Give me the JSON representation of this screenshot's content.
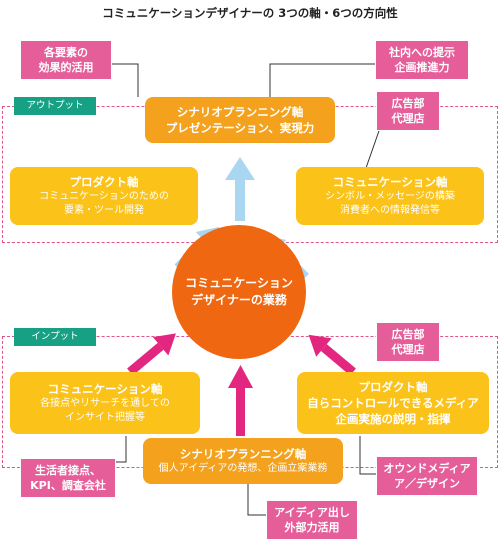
{
  "title": "コミュニケーションデザイナーの 3つの軸・6つの方向性",
  "zones": {
    "output": "アウトプット",
    "input": "インプット"
  },
  "center": {
    "line1": "コミュニケーション",
    "line2": "デザイナーの業務"
  },
  "boxes": {
    "top": {
      "title": "シナリオプランニング軸",
      "line1": "プレゼンテーション、実現力"
    },
    "top_left": {
      "title": "プロダクト軸",
      "line1": "コミュニケーションのための",
      "line2": "要素・ツール開発"
    },
    "top_right": {
      "title": "コミュニケーション軸",
      "line1": "シンボル・メッセージの構築",
      "line2": "消費者への情報発信等"
    },
    "bottom_left": {
      "title": "コミュニケーション軸",
      "line1": "各接点やリサーチを通しての",
      "line2": "インサイト把握等"
    },
    "bottom_right": {
      "title": "プロダクト軸",
      "line1": "自らコントロールできるメディア",
      "line2": "企画実施の説明・指揮"
    },
    "bottom": {
      "title": "シナリオプランニング軸",
      "line1": "個人アイディアの発想、企画立案業務"
    }
  },
  "notes": {
    "top_left": {
      "line1": "各要素の",
      "line2": "効果的活用"
    },
    "top_right": {
      "line1": "社内への提示",
      "line2": "企画推進力"
    },
    "right_upper": {
      "line1": "広告部",
      "line2": "代理店"
    },
    "right_lower": {
      "line1": "広告部",
      "line2": "代理店"
    },
    "bottom_left": {
      "line1": "生活者接点、",
      "line2": "KPI、調査会社"
    },
    "bottom_right": {
      "line1": "オウンドメディア",
      "line2": "ア／デザイン"
    },
    "bottom_center": {
      "line1": "アイディア出し",
      "line2": "外部力活用"
    }
  },
  "colors": {
    "orange": "#f4a21d",
    "yellow": "#fbc21a",
    "pink": "#e55e9a",
    "center": "#ef6710",
    "arrow_blue": "#a9d6f0",
    "arrow_magenta": "#e3267f",
    "zone_green": "#17a184"
  }
}
